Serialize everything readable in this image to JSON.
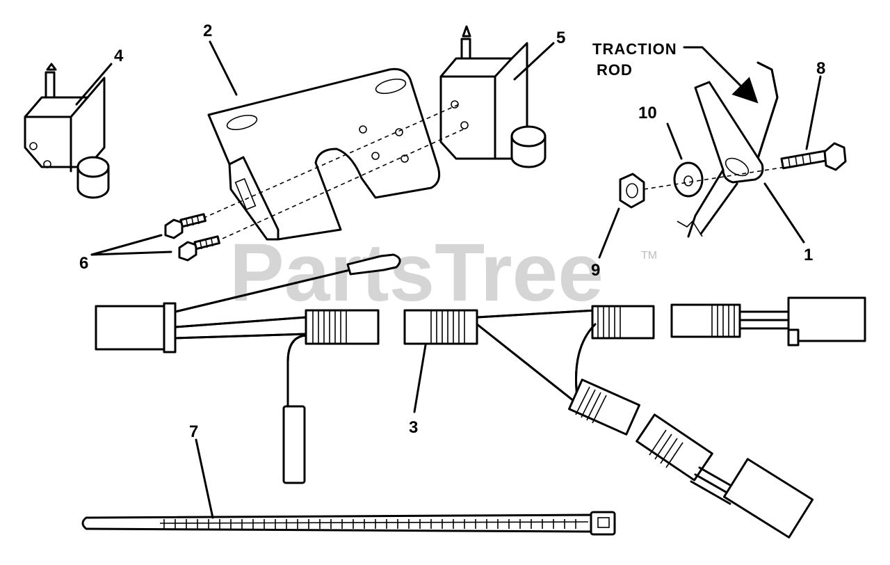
{
  "watermark": {
    "text": "PartsTree",
    "tm": "TM"
  },
  "callouts": {
    "c1": "1",
    "c2": "2",
    "c3": "3",
    "c4": "4",
    "c5": "5",
    "c6": "6",
    "c7": "7",
    "c8": "8",
    "c9": "9",
    "c10": "10"
  },
  "labels": {
    "traction_line1": "TRACTION",
    "traction_line2": "ROD"
  }
}
